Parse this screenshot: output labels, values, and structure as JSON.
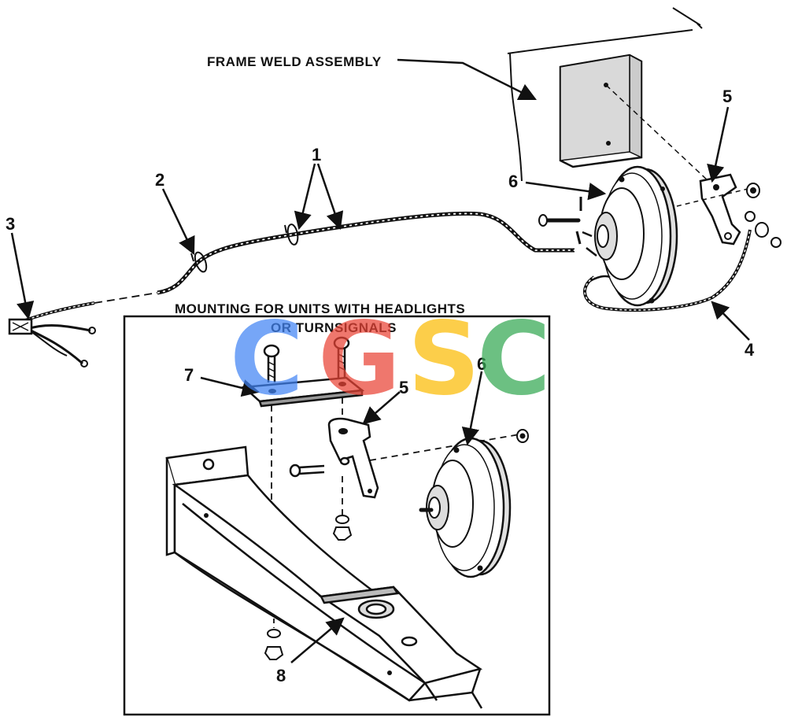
{
  "labels": {
    "frame_weld_assembly": "FRAME WELD ASSEMBLY",
    "mounting_title_line1": "MOUNTING FOR UNITS WITH HEADLIGHTS",
    "mounting_title_line2": "OR TURNSIGNALS"
  },
  "callouts": {
    "c1": "1",
    "c2": "2",
    "c3": "3",
    "c4": "4",
    "c5_top": "5",
    "c6_top": "6",
    "c5_inset": "5",
    "c6_inset": "6",
    "c7": "7",
    "c8": "8"
  },
  "watermark": {
    "letters": [
      "C",
      "G",
      "S",
      "C"
    ],
    "colors": [
      "#4285f4",
      "#ea4335",
      "#fbbc05",
      "#34a853"
    ]
  },
  "colors": {
    "ink": "#111111",
    "paper": "#ffffff",
    "shade": "#bfbfbf"
  }
}
